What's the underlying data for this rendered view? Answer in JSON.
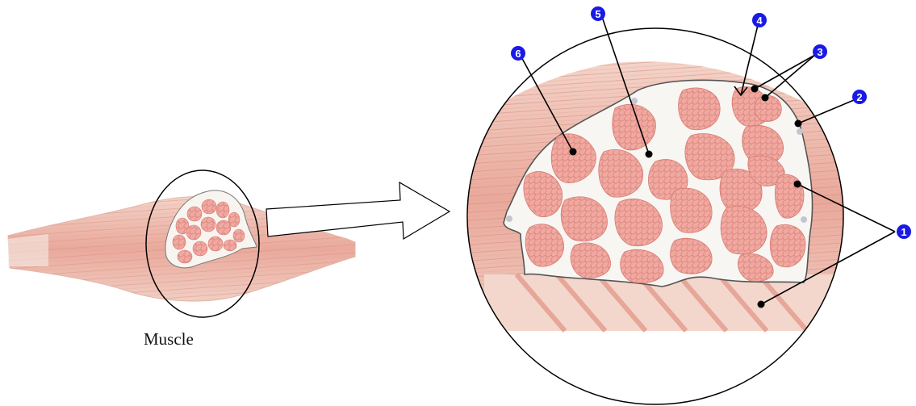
{
  "caption": "Muscle",
  "callouts": [
    {
      "number": "1",
      "badge_color": "#1a1ae6"
    },
    {
      "number": "2",
      "badge_color": "#1a1ae6"
    },
    {
      "number": "3",
      "badge_color": "#1a1ae6"
    },
    {
      "number": "4",
      "badge_color": "#1a1ae6"
    },
    {
      "number": "5",
      "badge_color": "#1a1ae6"
    },
    {
      "number": "6",
      "badge_color": "#1a1ae6"
    }
  ],
  "colors": {
    "muscle_fill": "#eebbb0",
    "muscle_stroke": "#c9786b",
    "fascicle_fill": "#f0a9a0",
    "fascicle_stroke": "#d77a72",
    "epimysium_fill": "#f8f6f2",
    "outline": "#000000"
  }
}
